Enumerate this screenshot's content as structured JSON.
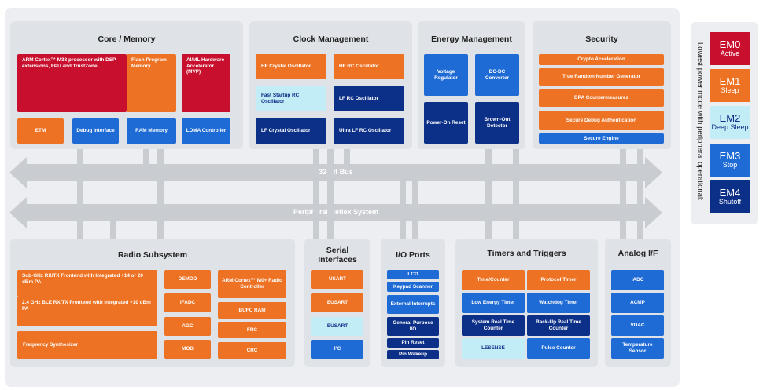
{
  "sections": {
    "core": {
      "title": "Core / Memory",
      "arm": "ARM Cortex™ M33 processor with DSP extensions, FPU and TrustZone",
      "flash": "Flash Program Memory",
      "aiml": "AI/ML Hardware Accelerator (MVP)",
      "etm": "ETM",
      "debug": "Debug Interface",
      "ram": "RAM Memory",
      "ldma": "LDMA Controller"
    },
    "clock": {
      "title": "Clock Management",
      "hfxo": "HF Crystal Oscillator",
      "hfrco": "HF RC Oscillator",
      "fsrco": "Fast Startup RC Oscillator",
      "lfrco": "LF RC Oscillator",
      "lfxo": "LF Crystal Oscillator",
      "ulfrco": "Ultra LF RC Oscillator"
    },
    "energy": {
      "title": "Energy Management",
      "vreg": "Voltage Regulator",
      "dcdc": "DC-DC Converter",
      "por": "Power-On Reset",
      "bod": "Brown-Out Detector"
    },
    "security": {
      "title": "Security",
      "items": [
        "Crypto Acceleration",
        "True Random Number Generator",
        "DPA Countermeasures",
        "Secure Debug Authentication",
        "Secure Engine"
      ]
    },
    "radio": {
      "title": "Radio Subsystem",
      "subghz": "Sub-GHz RX/TX Frontend with Integrated +14 or 20 dBm PA",
      "ble": "2.4 GHz BLE RX/TX Frontend with Integrated +10 dBm PA",
      "synth": "Frequency Synthesizer",
      "demod": "DEMOD",
      "ifadc": "IFADC",
      "agc": "AGC",
      "mod": "MOD",
      "m0": "ARM Cortex™ M0+ Radio Controller",
      "bufc": "BUFC RAM",
      "frc": "FRC",
      "crc": "CRC"
    },
    "serial": {
      "title": "Serial Interfaces",
      "items": [
        "USART",
        "EUSART",
        "EUSART",
        "I²C"
      ]
    },
    "io": {
      "title": "I/O Ports",
      "items": [
        "LCD",
        "Keypad Scanner",
        "External Interrupts",
        "General Purpose I/O",
        "Pin Reset",
        "Pin Wakeup"
      ]
    },
    "timers": {
      "title": "Timers and Triggers",
      "items": [
        "Time/Counter",
        "Protocol Timer",
        "Low Energy Timer",
        "Watchdog Timer",
        "System Real Time Counter",
        "Back-Up Real Time Counter",
        "LESENSE",
        "Pulse Counter"
      ]
    },
    "analog": {
      "title": "Analog I/F",
      "items": [
        "IADC",
        "ACMP",
        "VDAC",
        "Temperature Sensor"
      ]
    }
  },
  "buses": {
    "bus32": "32-bit Bus",
    "prs": "Peripheral Reflex System"
  },
  "energy_modes": {
    "caption": "Lowest power mode with peripheral operational:",
    "modes": [
      {
        "name": "EM0",
        "desc": "Active"
      },
      {
        "name": "EM1",
        "desc": "Sleep"
      },
      {
        "name": "EM2",
        "desc": "Deep Sleep"
      },
      {
        "name": "EM3",
        "desc": "Stop"
      },
      {
        "name": "EM4",
        "desc": "Shutoff"
      }
    ]
  },
  "colors": {
    "em0": "#c8102e",
    "em1": "#ed7223",
    "em2": "#c2edf6",
    "em3": "#1e6bd6",
    "em4": "#0c2f87"
  }
}
